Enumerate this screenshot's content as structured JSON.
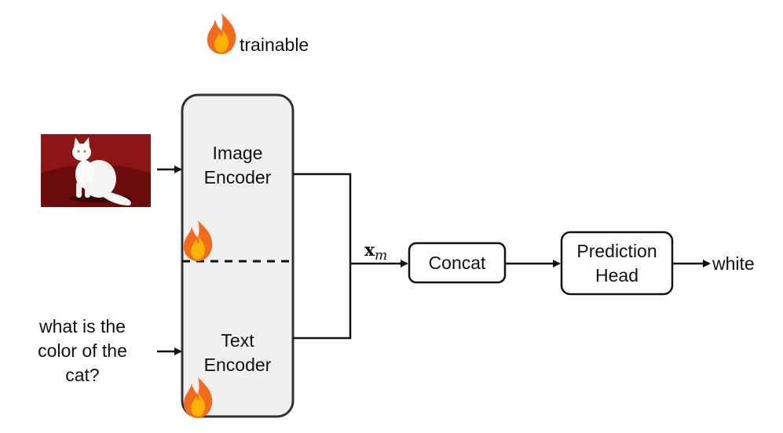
{
  "legend": {
    "icon": "fire-icon",
    "label": "trainable"
  },
  "input_image": {
    "subject": "white cat on red background"
  },
  "question": {
    "lines": [
      "what is the",
      "color of the",
      "cat?"
    ]
  },
  "encoder_block": {
    "image_encoder": [
      "Image",
      "Encoder"
    ],
    "text_encoder": [
      "Text",
      "Encoder"
    ]
  },
  "features_label": {
    "symbol": "x",
    "subscript": "m"
  },
  "concat": {
    "label": "Concat"
  },
  "prediction_head": {
    "lines": [
      "Prediction",
      "Head"
    ]
  },
  "output": {
    "label": "white"
  },
  "colors": {
    "stroke": "#333333",
    "block_fill": "#f0f0f0",
    "fire_outer": "#f26b1d",
    "fire_inner": "#ffb300"
  }
}
